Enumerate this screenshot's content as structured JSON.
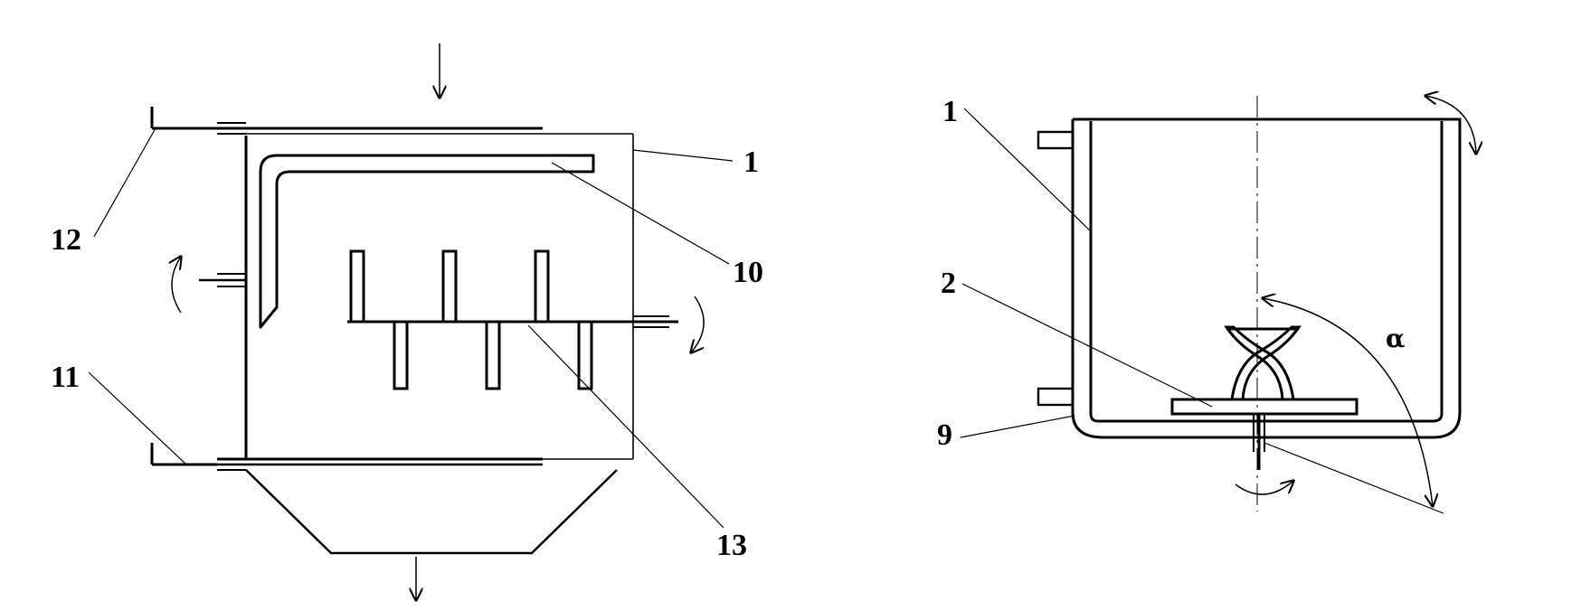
{
  "figure": {
    "left_view": {
      "labels": {
        "housing": "1",
        "pipe_bend": "10",
        "lower_flange": "11",
        "upper_flange": "12",
        "agitator_shaft": "13"
      }
    },
    "right_view": {
      "labels": {
        "vessel": "1",
        "impeller": "2",
        "jacket": "9",
        "tilt_angle": "α"
      }
    }
  }
}
